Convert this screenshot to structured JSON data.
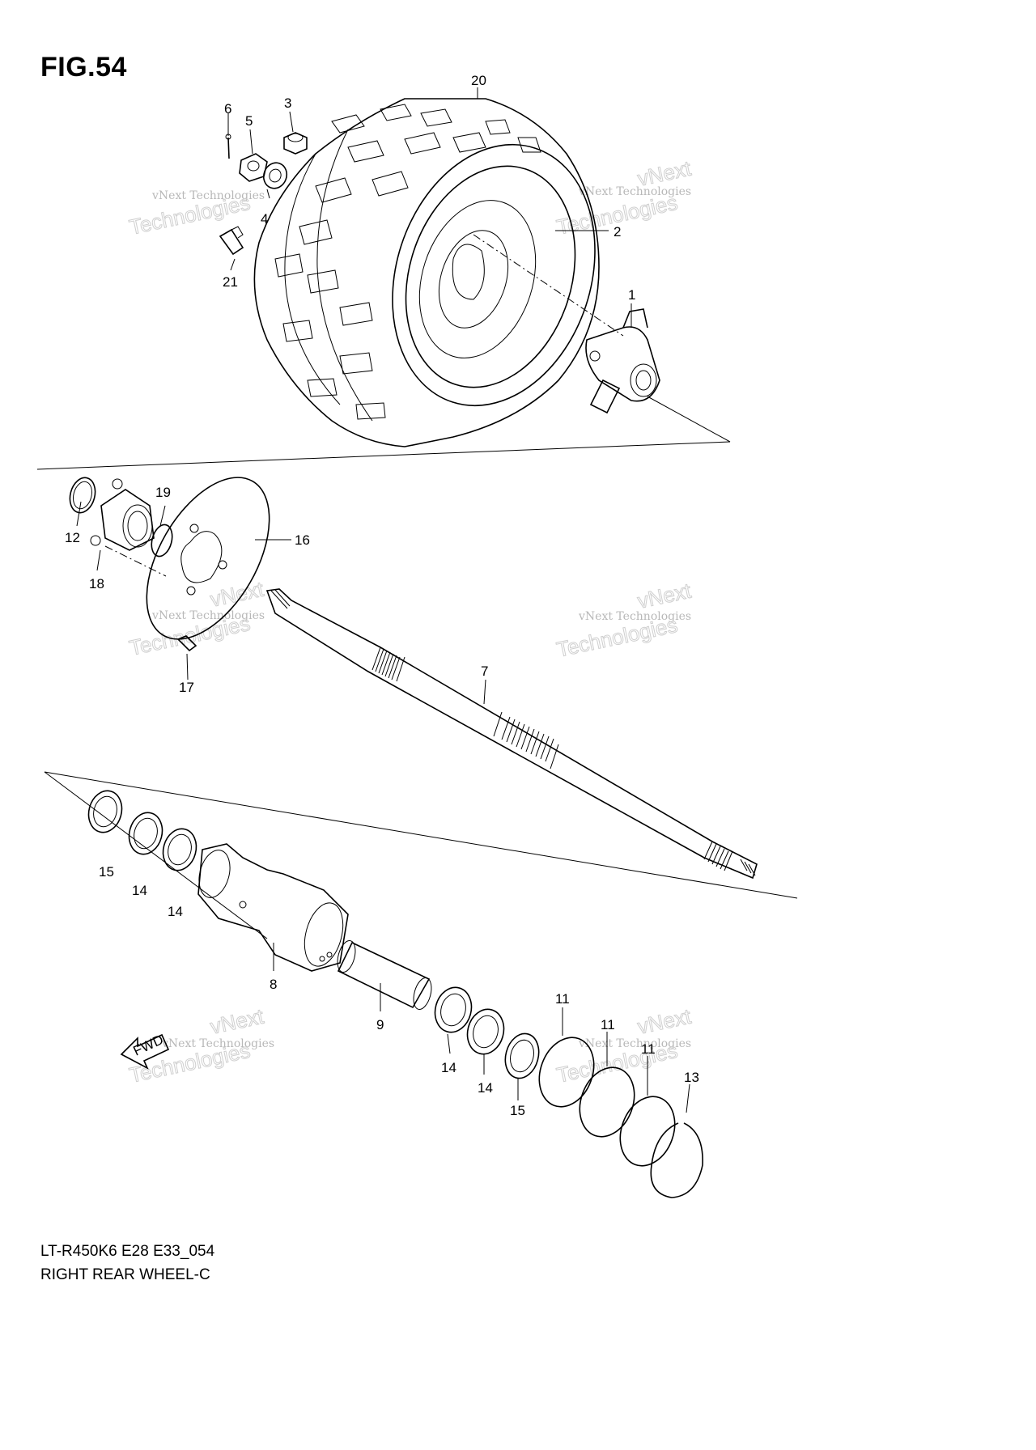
{
  "figure": {
    "title": "FIG.54"
  },
  "caption": {
    "model": "LT-R450K6 E28 E33_054",
    "subtitle": "RIGHT REAR WHEEL-C"
  },
  "callouts": {
    "c1": "1",
    "c2": "2",
    "c3": "3",
    "c4": "4",
    "c5": "5",
    "c6": "6",
    "c7": "7",
    "c8": "8",
    "c9": "9",
    "c11a": "11",
    "c11b": "11",
    "c11c": "11",
    "c12": "12",
    "c13": "13",
    "c14a": "14",
    "c14b": "14",
    "c14c": "14",
    "c14d": "14",
    "c15a": "15",
    "c15b": "15",
    "c16": "16",
    "c17": "17",
    "c18": "18",
    "c19": "19",
    "c20": "20",
    "c21": "21"
  },
  "fwd_arrow": {
    "label": "FWD"
  },
  "watermark": {
    "line1": "vNext Technologies",
    "line2": "Technologies",
    "line3": "vNext"
  }
}
